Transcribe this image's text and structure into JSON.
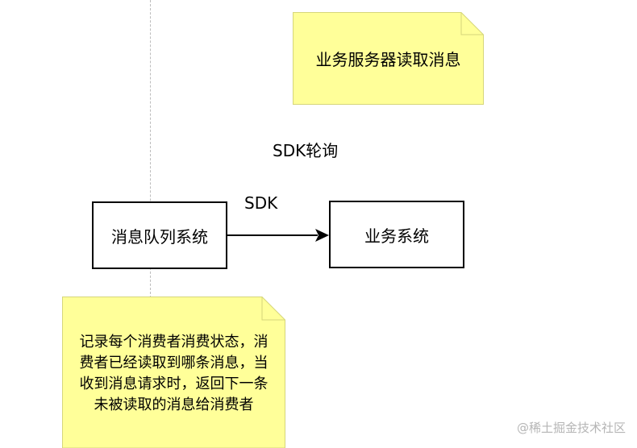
{
  "note_top": {
    "text": "业务服务器读取消息"
  },
  "label_poll": "SDK轮询",
  "label_sdk": "SDK",
  "box_mq": {
    "label": "消息队列系统"
  },
  "box_biz": {
    "label": "业务系统"
  },
  "note_bottom": {
    "lines": [
      "记录每个消费者消费状态，消",
      "费者已经读取到哪条消息，当",
      "收到消息请求时，返回下一条",
      "未被读取的消息给消费者"
    ]
  },
  "watermark": "@稀土掘金技术社区",
  "colors": {
    "note_fill": "#ffff99",
    "note_border": "#d6d67a",
    "line": "#000000",
    "dash": "#bdbdbd"
  }
}
